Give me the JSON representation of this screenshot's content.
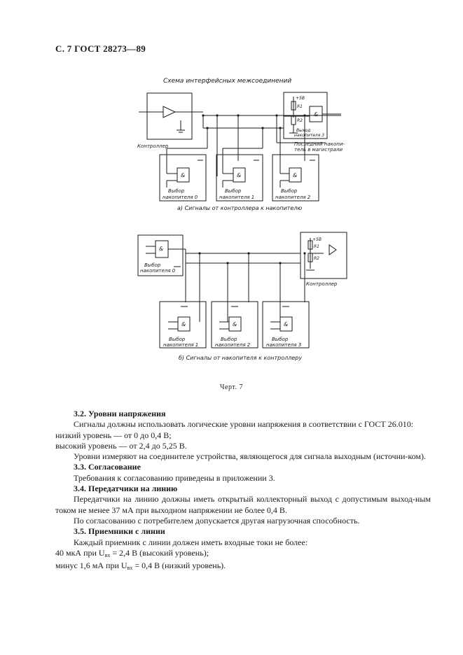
{
  "header": "С. 7 ГОСТ 28273—89",
  "figure": {
    "title": "Схема интерфейсных межсоединений",
    "a": {
      "caption": "а) Сигналы от контроллера к накопителю",
      "controller": "Контроллер",
      "last_drive_l1": "Последний накопи-",
      "last_drive_l2": "тель в магистрали",
      "out_l1": "Выход",
      "out_l2": "накопителя 3",
      "drives": [
        {
          "l1": "Выбор",
          "l2": "накопителя 0"
        },
        {
          "l1": "Выбор",
          "l2": "накопителя 1"
        },
        {
          "l1": "Выбор",
          "l2": "накопителя 2"
        }
      ],
      "v5": "+5В",
      "r1": "R1",
      "r2": "R2",
      "and": "&"
    },
    "b": {
      "caption": "б) Сигналы от накопителя к контроллеру",
      "controller": "Контроллер",
      "src_l1": "Выбор",
      "src_l2": "накопителя 0",
      "drives": [
        {
          "l1": "Выбор",
          "l2": "накопителя 1"
        },
        {
          "l1": "Выбор",
          "l2": "накопителя 2"
        },
        {
          "l1": "Выбор",
          "l2": "накопителя 3"
        }
      ],
      "v5": "+5В",
      "r1": "R1",
      "r2": "R2",
      "and": "&"
    },
    "caption": "Черт. 7"
  },
  "sections": {
    "s32": {
      "heading": "3.2.  Уровни напряжения",
      "p1": "Сигналы должны использовать логические уровни напряжения в соответствии с ГОСТ 26.010:",
      "p2": "низкий уровень — от 0 до 0,4 В;",
      "p3": "высокий уровень — от 2,4 до 5,25 В.",
      "p4": "Уровни измеряют на соединителе устройства, являющегося для сигнала выходным (источни-ком)."
    },
    "s33": {
      "heading": "3.3.  Согласование",
      "p1": "Требования к согласованию приведены в приложении 3."
    },
    "s34": {
      "heading": "3.4.  Передатчики на линию",
      "p1": "Передатчики на линию должны иметь открытый коллекторный выход с допустимым выход-ным током не менее 37 мА при выходном напряжении не более 0,4 В.",
      "p2": "По согласованию с потребителем допускается другая нагрузочная способность."
    },
    "s35": {
      "heading": "3.5.  Приемники с линии",
      "p1": "Каждый приемник с линии должен иметь входные токи не более:",
      "p2a": "40 мкА при U",
      "p2sub": "вх",
      "p2b": " = 2,4 В (высокий уровень);",
      "p3a": "минус 1,6 мА при U",
      "p3sub": "вх",
      "p3b": " = 0,4 В (низкий уровень)."
    }
  }
}
